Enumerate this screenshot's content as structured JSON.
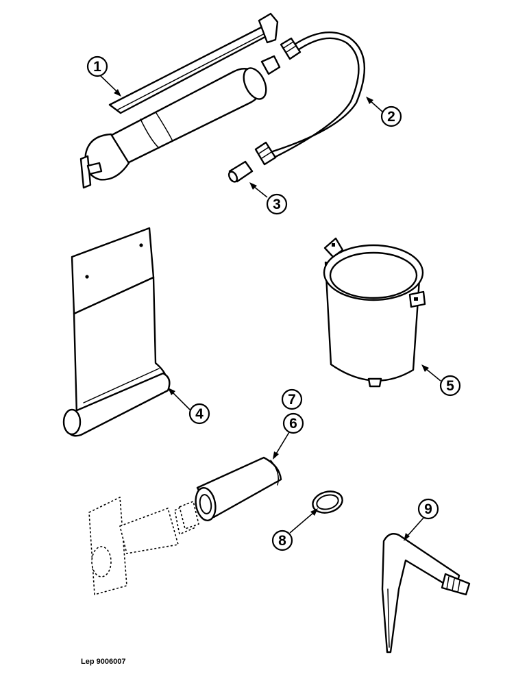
{
  "callouts": {
    "c1": "1",
    "c2": "2",
    "c3": "3",
    "c4": "4",
    "c5": "5",
    "c6": "6",
    "c7": "7",
    "c8": "8",
    "c9": "9"
  },
  "reference_code": "Lep 9006007"
}
